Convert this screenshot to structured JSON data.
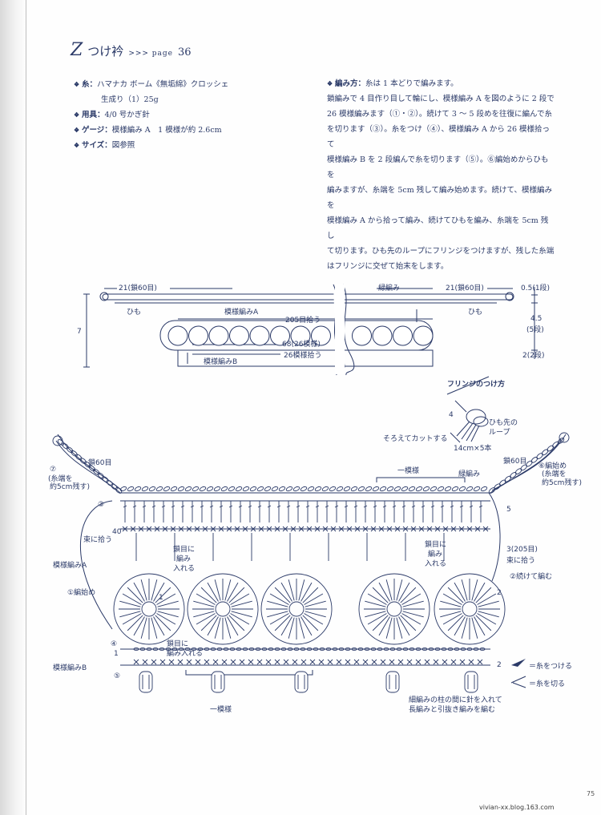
{
  "header": {
    "title": "つけ衿",
    "page_label": ">>> page",
    "page_number": "36"
  },
  "specs": {
    "yarn_label": "糸：",
    "yarn_value": "ハマナカ ボーム《無垢綿》クロッシェ",
    "yarn_color": "生成り（1）25g",
    "tools_label": "用具：",
    "tools_value": "4/0 号かぎ針",
    "gauge_label": "ゲージ：",
    "gauge_value": "模様編み A　1 模様が約 2.6cm",
    "size_label": "サイズ：",
    "size_value": "図参照"
  },
  "method": {
    "label": "編み方：",
    "lines": [
      "糸は 1 本どりで編みます。",
      "鎖編みで 4 目作り目して輪にし、模様編み A を図のように 2 段で",
      "26 模様編みます（①・②）。続けて 3 ～ 5 段めを往復に編んで糸",
      "を切ります（③）。糸をつけ（④）、模様編み A から 26 模様拾って",
      "模様編み B を 2 段編んで糸を切ります（⑤）。⑥編始めからひもを",
      "編みますが、糸端を 5cm 残して編み始めます。続けて、模様編みを",
      "模様編み A から拾って編み、続けてひもを編み、糸端を 5cm 残し",
      "て切ります。ひも先のループにフリンジをつけますが、残した糸端",
      "はフリンジに交ぜて始末をします。"
    ]
  },
  "schematic": {
    "left_top": "21(鎖60目)",
    "center_top": "緑編み",
    "right_top": "21(鎖60目)",
    "himo_left": "ひも",
    "himo_right": "ひも",
    "pattern_a": "模様編みA",
    "pick_205": "205目拾う",
    "pick_68": "68(26模様)",
    "pick_26": "26模様拾う",
    "pattern_b": "模様編みB",
    "dim_7": "7",
    "dim_05": "0.5(1段)",
    "dim_45": "4.5",
    "dim_5dan": "(5段)",
    "dim_2": "2(2段)"
  },
  "fringe": {
    "title": "フリンジのつけ方",
    "num": "4",
    "loop_line1": "ひも先の",
    "loop_line2": "ループ",
    "cut": "そろえてカットする",
    "size": "14cm×5本"
  },
  "chart": {
    "c7": "⑦",
    "tail_line1": "(糸端を",
    "tail_line2": "約5cm残す)",
    "chain_left": "鎖60目",
    "one_repeat_top": "一模様",
    "edge": "緑編み",
    "chain_right": "鎖60目",
    "c6": "⑥編始め",
    "tail_r1": "(糸端を",
    "tail_r2": "約5cm残す)",
    "c3": "③",
    "row5": "5",
    "bundle": "束に拾う",
    "x40": "40",
    "chain_into1": "鎖目に",
    "chain_into2": "編み",
    "chain_into3": "入れる",
    "r3_205": "3(205目)",
    "bundle_r": "束に拾う",
    "c2_cont": "②続けて編む",
    "pattern_a": "模様編みA",
    "c1_start": "①編始め",
    "r1": "1",
    "r2": "2",
    "c4": "④",
    "row1": "1",
    "chain_into_b1": "鎖目に",
    "chain_into_b2": "編み入れる",
    "pattern_b": "模様編みB",
    "c5": "⑤",
    "row2": "2",
    "one_repeat_bottom": "一模様",
    "note1": "細編みの柱の間に針を入れて",
    "note2": "長編みと引抜き編みを編む",
    "legend_attach": "＝糸をつける",
    "legend_cut": "＝糸を切る"
  },
  "footer": {
    "url": "vivian-xx.blog.163.com",
    "page": "75"
  }
}
